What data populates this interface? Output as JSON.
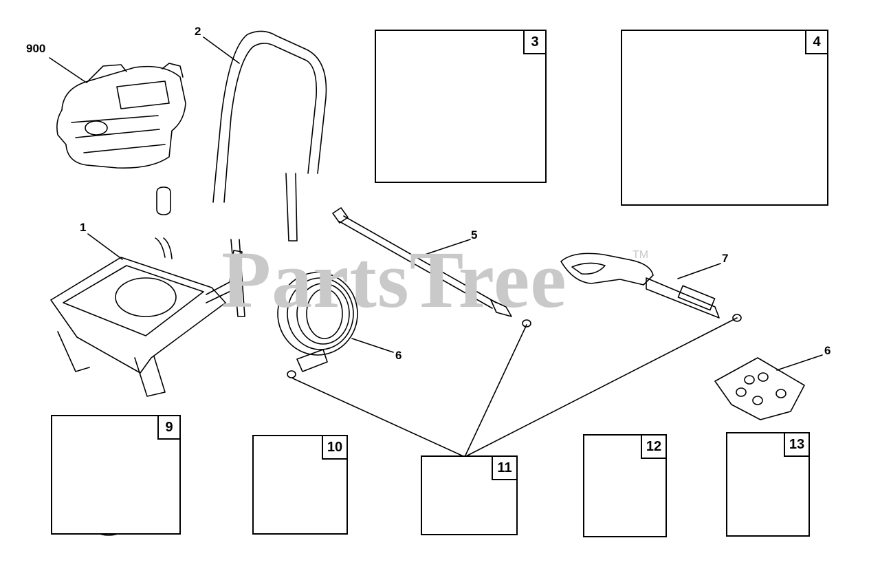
{
  "watermark": {
    "text": "PartsTree",
    "trademark": "TM"
  },
  "callouts": [
    {
      "id": "900",
      "text": "900"
    },
    {
      "id": "2",
      "text": "2"
    },
    {
      "id": "1",
      "text": "1"
    },
    {
      "id": "5",
      "text": "5"
    },
    {
      "id": "7",
      "text": "7"
    },
    {
      "id": "6a",
      "text": "6"
    },
    {
      "id": "6b",
      "text": "6"
    }
  ],
  "kits": [
    {
      "id": "3",
      "tag": "3"
    },
    {
      "id": "4",
      "tag": "4"
    },
    {
      "id": "9",
      "tag": "9"
    },
    {
      "id": "10",
      "tag": "10"
    },
    {
      "id": "11",
      "tag": "11"
    },
    {
      "id": "12",
      "tag": "12"
    },
    {
      "id": "13",
      "tag": "13"
    }
  ]
}
